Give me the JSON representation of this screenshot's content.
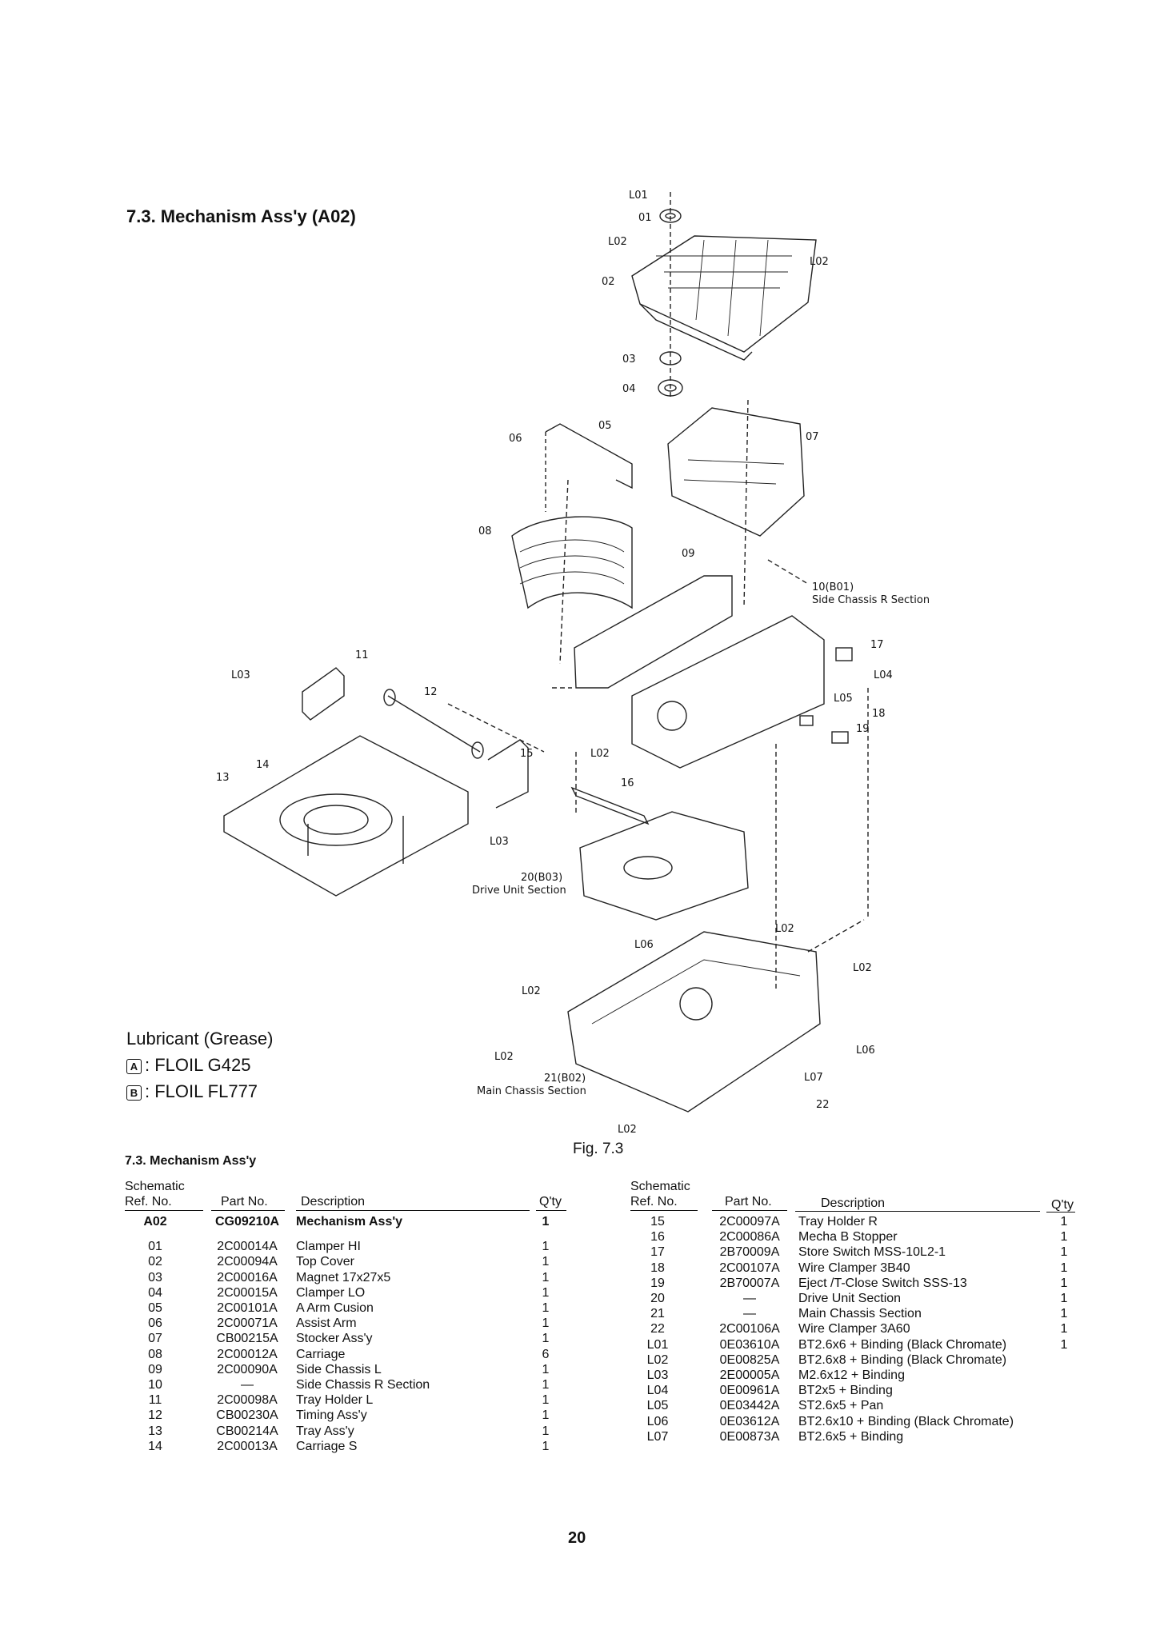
{
  "section_title": "7.3. Mechanism Ass'y (A02)",
  "lubricant": {
    "heading": "Lubricant (Grease)",
    "items": [
      {
        "mark": "A",
        "text": ": FLOIL G425"
      },
      {
        "mark": "B",
        "text": ": FLOIL FL777"
      }
    ]
  },
  "figure": {
    "caption": "Fig. 7.3",
    "callouts": {
      "L01": "L01",
      "01": "01",
      "L02a": "L02",
      "L02b": "L02",
      "02": "02",
      "03": "03",
      "04": "04",
      "05": "05",
      "06": "06",
      "07": "07",
      "08": "08",
      "09": "09",
      "10": "10(B01)",
      "10sub": "Side Chassis R Section",
      "11": "11",
      "12": "12",
      "13": "13",
      "14": "14",
      "15": "15",
      "16": "16",
      "17": "17",
      "18": "18",
      "19": "19",
      "L03a": "L03",
      "L03b": "L03",
      "L04": "L04",
      "L05": "L05",
      "L02c": "L02",
      "20": "20(B03)",
      "20sub": "Drive Unit Section",
      "L06a": "L06",
      "L02d": "L02",
      "L02e": "L02",
      "L02f": "L02",
      "L02g": "L02",
      "L02h": "L02",
      "L06b": "L06",
      "L07": "L07",
      "22": "22",
      "21": "21(B02)",
      "21sub": "Main Chassis Section"
    }
  },
  "table_title": "7.3. Mechanism Ass'y",
  "headers": {
    "schematic": "Schematic",
    "ref": "Ref. No.",
    "part": "Part No.",
    "desc": "Description",
    "qty": "Q'ty"
  },
  "left_table": [
    {
      "ref": "A02",
      "part": "CG09210A",
      "desc": "Mechanism Ass'y",
      "qty": "1",
      "bold": true
    },
    {
      "ref": "01",
      "part": "2C00014A",
      "desc": "Clamper HI",
      "qty": "1"
    },
    {
      "ref": "02",
      "part": "2C00094A",
      "desc": "Top Cover",
      "qty": "1"
    },
    {
      "ref": "03",
      "part": "2C00016A",
      "desc": "Magnet 17x27x5",
      "qty": "1"
    },
    {
      "ref": "04",
      "part": "2C00015A",
      "desc": "Clamper LO",
      "qty": "1"
    },
    {
      "ref": "05",
      "part": "2C00101A",
      "desc": "A Arm Cusion",
      "qty": "1"
    },
    {
      "ref": "06",
      "part": "2C00071A",
      "desc": "Assist Arm",
      "qty": "1"
    },
    {
      "ref": "07",
      "part": "CB00215A",
      "desc": "Stocker Ass'y",
      "qty": "1"
    },
    {
      "ref": "08",
      "part": "2C00012A",
      "desc": "Carriage",
      "qty": "6"
    },
    {
      "ref": "09",
      "part": "2C00090A",
      "desc": "Side Chassis L",
      "qty": "1"
    },
    {
      "ref": "10",
      "part": "—",
      "desc": "Side Chassis R Section",
      "qty": "1"
    },
    {
      "ref": "11",
      "part": "2C00098A",
      "desc": "Tray Holder L",
      "qty": "1"
    },
    {
      "ref": "12",
      "part": "CB00230A",
      "desc": "Timing Ass'y",
      "qty": "1"
    },
    {
      "ref": "13",
      "part": "CB00214A",
      "desc": "Tray Ass'y",
      "qty": "1"
    },
    {
      "ref": "14",
      "part": "2C00013A",
      "desc": "Carriage S",
      "qty": "1"
    }
  ],
  "right_table": [
    {
      "ref": "15",
      "part": "2C00097A",
      "desc": "Tray Holder R",
      "qty": "1"
    },
    {
      "ref": "16",
      "part": "2C00086A",
      "desc": "Mecha B Stopper",
      "qty": "1"
    },
    {
      "ref": "17",
      "part": "2B70009A",
      "desc": "Store Switch MSS-10L2-1",
      "qty": "1"
    },
    {
      "ref": "18",
      "part": "2C00107A",
      "desc": "Wire Clamper 3B40",
      "qty": "1"
    },
    {
      "ref": "19",
      "part": "2B70007A",
      "desc": "Eject /T-Close Switch SSS-13",
      "qty": "1"
    },
    {
      "ref": "20",
      "part": "—",
      "desc": "Drive Unit Section",
      "qty": "1"
    },
    {
      "ref": "21",
      "part": "—",
      "desc": "Main Chassis Section",
      "qty": "1"
    },
    {
      "ref": "22",
      "part": "2C00106A",
      "desc": "Wire Clamper 3A60",
      "qty": "1"
    },
    {
      "ref": "L01",
      "part": "0E03610A",
      "desc": "BT2.6x6 + Binding (Black Chromate)",
      "qty": "1"
    },
    {
      "ref": "L02",
      "part": "0E00825A",
      "desc": "BT2.6x8 + Binding (Black Chromate)",
      "qty": ""
    },
    {
      "ref": "L03",
      "part": "2E00005A",
      "desc": "M2.6x12 + Binding",
      "qty": ""
    },
    {
      "ref": "L04",
      "part": "0E00961A",
      "desc": "BT2x5 + Binding",
      "qty": ""
    },
    {
      "ref": "L05",
      "part": "0E03442A",
      "desc": "ST2.6x5 + Pan",
      "qty": ""
    },
    {
      "ref": "L06",
      "part": "0E03612A",
      "desc": "BT2.6x10 + Binding (Black Chromate)",
      "qty": ""
    },
    {
      "ref": "L07",
      "part": "0E00873A",
      "desc": "BT2.6x5 + Binding",
      "qty": ""
    }
  ],
  "page_number": "20"
}
